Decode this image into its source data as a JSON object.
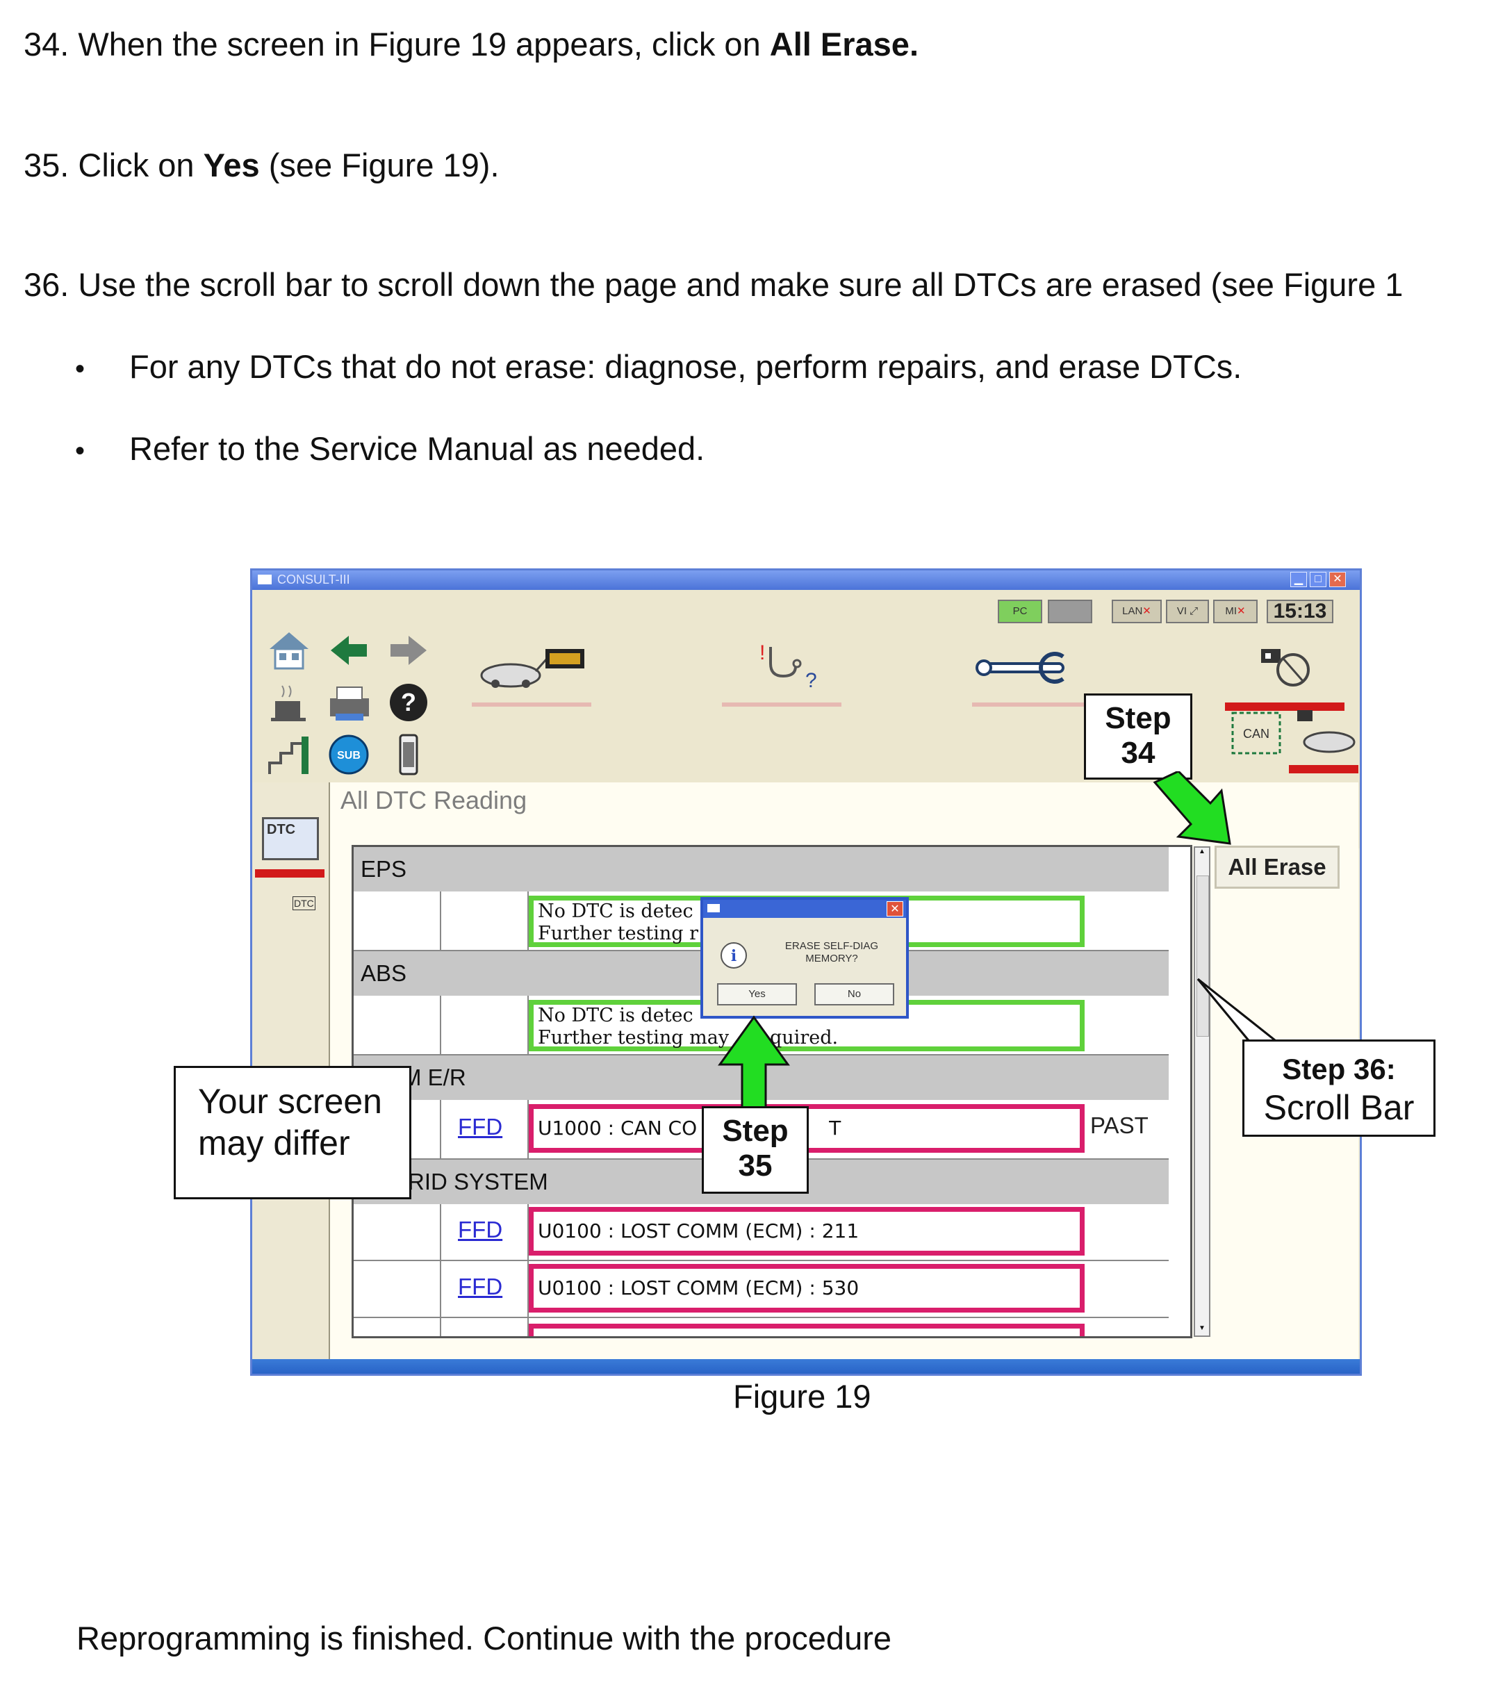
{
  "steps": {
    "s34": {
      "number": "34.",
      "text": "When the screen in Figure 19 appears, click on ",
      "bold": "All Erase."
    },
    "s35": {
      "number": "35.",
      "text_before": "Click on ",
      "bold": "Yes",
      "text_after": " (see Figure 19)."
    },
    "s36": {
      "number": "36.",
      "text": "Use the scroll bar to scroll down the page and make sure all DTCs are erased (see Figure 1"
    }
  },
  "bullets": [
    "For any DTCs that do not erase: diagnose, perform repairs, and erase DTCs.",
    "Refer to the Service Manual as needed."
  ],
  "figure": {
    "caption": "Figure 19",
    "app": {
      "window_title": "CONSULT-III",
      "clock": "15:13",
      "status": {
        "pc": "PC",
        "lan": "LAN",
        "vi": "VI",
        "mi": "MI"
      },
      "page_title": "All DTC Reading",
      "all_erase_label": "All Erase",
      "sub_label": "SUB",
      "can_label": "CAN",
      "dtc_label": "DTC",
      "systems": [
        {
          "name": "EPS"
        },
        {
          "name": "ABS"
        },
        {
          "name": "M E/R"
        },
        {
          "name": "RID SYSTEM"
        }
      ],
      "rows": {
        "eps_line1": "No DTC is detec",
        "eps_line2": "Further testing r",
        "abs_line1": "No DTC is detec",
        "abs_line2": "Further testing may",
        "abs_line2b": "required.",
        "ffd_label": "FFD",
        "er_code": "U1000 : CAN CO",
        "er_suffix": "T",
        "er_status": "PAST",
        "h1_code": "U0100 : LOST COMM (ECM)  : 211",
        "h2_code": "U0100 : LOST COMM (ECM)  : 530"
      },
      "dialog": {
        "message_line1": "ERASE SELF-DIAG",
        "message_line2": "MEMORY?",
        "yes": "Yes",
        "no": "No"
      }
    },
    "callouts": {
      "step34_line1": "Step",
      "step34_line2": "34",
      "step35_line1": "Step",
      "step35_line2": "35",
      "step36_line1": "Step 36:",
      "step36_line2": "Scroll Bar",
      "differ_line1": "Your screen",
      "differ_line2": "may differ"
    },
    "colors": {
      "arrow_green": "#22dd22",
      "good_border": "#5fd13b",
      "bad_border": "#d91e6b"
    }
  },
  "footer": "Reprogramming is finished.  Continue with the procedure"
}
